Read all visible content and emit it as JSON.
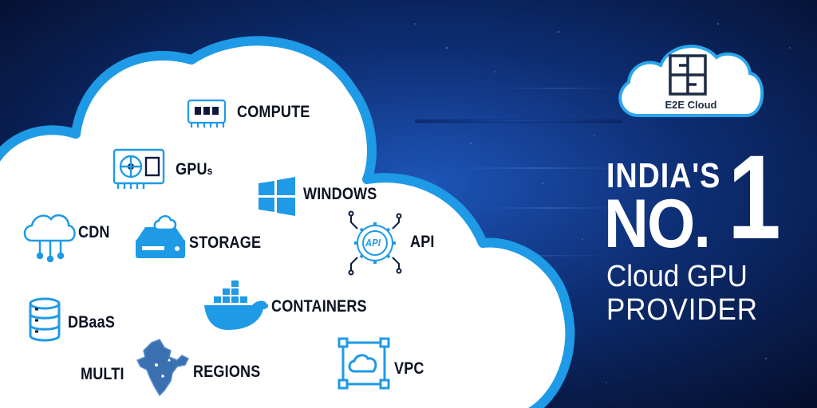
{
  "brand": {
    "logo_text": "E2E Cloud",
    "accent_color": "#2aa6ee",
    "dark_color": "#0c1a3c"
  },
  "headline": {
    "line1": "INDIA'S",
    "line2": "NO.",
    "big_number": "1",
    "line3": "Cloud GPU",
    "line4": "PROVIDER"
  },
  "services": {
    "compute": "COMPUTE",
    "gpus": "GPU",
    "gpus_suffix": "s",
    "windows": "WINDOWS",
    "cdn": "CDN",
    "storage": "STORAGE",
    "api": "API",
    "api_badge": "API",
    "dbaas": "DBaaS",
    "containers": "CONTAINERS",
    "multi": "MULTI",
    "regions": "REGIONS",
    "vpc": "VPC"
  },
  "icons": [
    "ram-chip-icon",
    "graphics-card-icon",
    "windows-logo-icon",
    "cloud-network-icon",
    "cloud-storage-drive-icon",
    "api-gear-icon",
    "database-icon",
    "docker-whale-icon",
    "india-map-icon",
    "vpc-cloud-icon"
  ]
}
